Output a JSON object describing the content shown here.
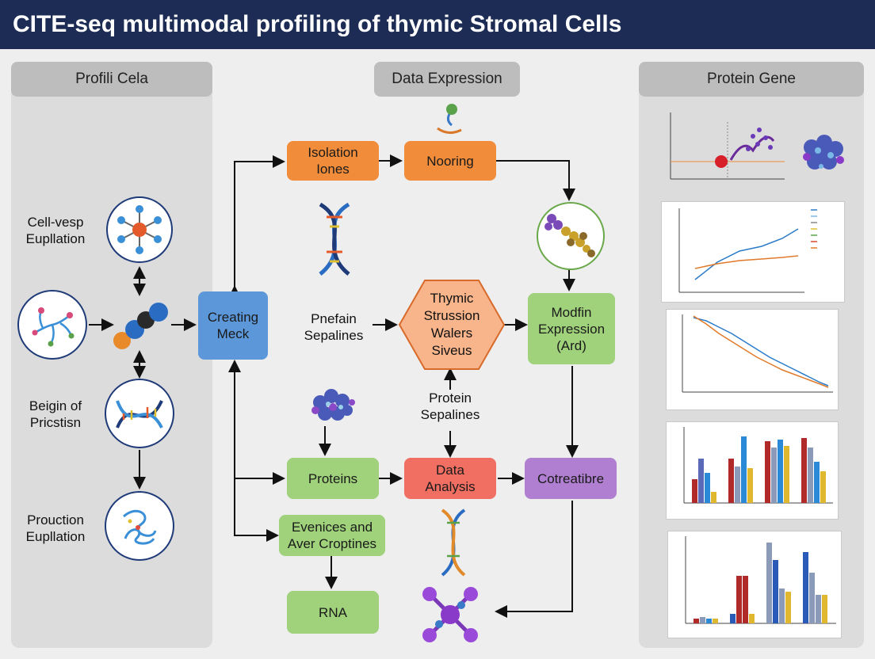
{
  "title": "CITE-seq multimodal profiling of thymic Stromal Cells",
  "panels": {
    "left": {
      "header": "Profili Cela"
    },
    "middle": {
      "header": "Data Expression"
    },
    "right": {
      "header": "Protein Gene"
    }
  },
  "left_labels": {
    "cell_vesp": "Cell-vesp\nEupllation",
    "begin": "Beigin of\nPricstisn",
    "proction": "Prouction\nEupllation"
  },
  "nodes": {
    "isolation": "Isolation\nIones",
    "nooring": "Nooring",
    "creating": "Creating\nMeck",
    "pnefain": "Pnefain\nSepalines",
    "thymic": "Thymic\nStrussion\nWalers\nSiveus",
    "modfin": "Modfin\nExpression\n(Ard)",
    "protein_sep": "Protein\nSepalines",
    "proteins": "Proteins",
    "data_analysis": "Data\nAnalysis",
    "cotreatibre": "Cotreatibre",
    "evenices": "Evenices and\nAver Croptines",
    "rna": "RNA"
  },
  "colors": {
    "title_bg": "#1c2c54",
    "orange": "#f08c3a",
    "green": "#9fd27a",
    "blue": "#5b97d9",
    "red": "#f06e62",
    "purple": "#b07fd2",
    "hexagon": "#f8b48a"
  },
  "icons": {
    "circle_1": "network-molecule-icon",
    "circle_2": "branched-cell-icon",
    "circle_3": "dna-helix-icon",
    "circle_4": "tangled-protein-icon",
    "linked_spheres": "linked-spheres-icon",
    "dna_1": "dna-helix-icon",
    "dna_2": "dna-helix-icon",
    "protein_cluster": "protein-cluster-icon",
    "protein_chain": "protein-chain-icon",
    "molecule": "purple-molecule-icon",
    "blob": "protein-blob-icon"
  }
}
